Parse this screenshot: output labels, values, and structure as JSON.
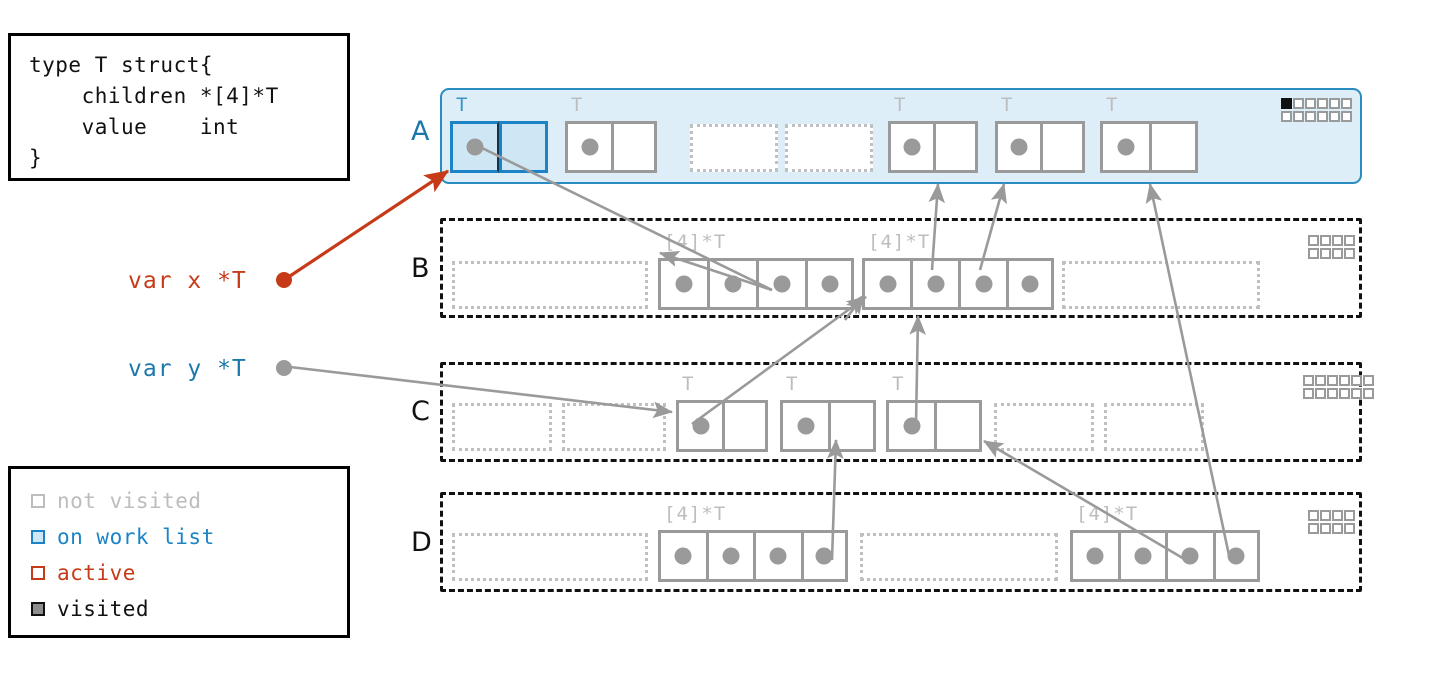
{
  "code_box": {
    "lines": [
      "type T struct{",
      "    children *[4]*T",
      "    value    int",
      "}"
    ]
  },
  "legend": {
    "items": [
      {
        "label": "not visited",
        "color": "#bdbdbd",
        "swatch_fill": "#ffffff"
      },
      {
        "label": "on work list",
        "color": "#1c84c6",
        "swatch_fill": "#cfe6f5"
      },
      {
        "label": "active",
        "color": "#c63a18",
        "swatch_fill": "#ffffff"
      },
      {
        "label": "visited",
        "color": "#111111",
        "swatch_fill": "#8e8e8e"
      }
    ]
  },
  "variables": [
    {
      "name": "var x *T",
      "color": "#c63a18",
      "dot_color": "#c63a18"
    },
    {
      "name": "var y *T",
      "color": "#1c78aa",
      "dot_color": "#9a9a9a"
    }
  ],
  "rows": [
    {
      "label": "A",
      "label_color": "#1c78aa",
      "state": "on work list",
      "objects": [
        {
          "kind": "T",
          "type_label": "T",
          "cells": 2,
          "dots": [
            0
          ],
          "selected": true
        },
        {
          "kind": "T",
          "type_label": "T",
          "cells": 2,
          "dots": [
            0
          ],
          "selected": false
        },
        {
          "kind": "free",
          "type_label": "",
          "cells": 0,
          "dots": [],
          "selected": false
        },
        {
          "kind": "free",
          "type_label": "",
          "cells": 0,
          "dots": [],
          "selected": false
        },
        {
          "kind": "T",
          "type_label": "T",
          "cells": 2,
          "dots": [
            0
          ],
          "selected": false
        },
        {
          "kind": "T",
          "type_label": "T",
          "cells": 2,
          "dots": [
            0
          ],
          "selected": false
        },
        {
          "kind": "T",
          "type_label": "T",
          "cells": 2,
          "dots": [
            0
          ],
          "selected": false
        }
      ],
      "bitmap": {
        "cols": 6,
        "rows": 2,
        "filled": [
          0
        ]
      }
    },
    {
      "label": "B",
      "label_color": "#111111",
      "state": "not visited",
      "objects": [
        {
          "kind": "free",
          "type_label": "",
          "cells": 0,
          "dots": [],
          "selected": false
        },
        {
          "kind": "array",
          "type_label": "[4]*T",
          "cells": 4,
          "dots": [
            0,
            1,
            2,
            3
          ],
          "selected": false
        },
        {
          "kind": "array",
          "type_label": "[4]*T",
          "cells": 4,
          "dots": [
            0,
            1,
            2,
            3
          ],
          "selected": false
        },
        {
          "kind": "free",
          "type_label": "",
          "cells": 0,
          "dots": [],
          "selected": false
        }
      ],
      "bitmap": {
        "cols": 4,
        "rows": 2,
        "filled": []
      }
    },
    {
      "label": "C",
      "label_color": "#111111",
      "state": "not visited",
      "objects": [
        {
          "kind": "free",
          "type_label": "",
          "cells": 0,
          "dots": [],
          "selected": false
        },
        {
          "kind": "free",
          "type_label": "",
          "cells": 0,
          "dots": [],
          "selected": false
        },
        {
          "kind": "T",
          "type_label": "T",
          "cells": 2,
          "dots": [
            0
          ],
          "selected": false
        },
        {
          "kind": "T",
          "type_label": "T",
          "cells": 2,
          "dots": [
            0
          ],
          "selected": false
        },
        {
          "kind": "T",
          "type_label": "T",
          "cells": 2,
          "dots": [
            0
          ],
          "selected": false
        },
        {
          "kind": "free",
          "type_label": "",
          "cells": 0,
          "dots": [],
          "selected": false
        },
        {
          "kind": "free",
          "type_label": "",
          "cells": 0,
          "dots": [],
          "selected": false
        }
      ],
      "bitmap": {
        "cols": 6,
        "rows": 2,
        "filled": []
      }
    },
    {
      "label": "D",
      "label_color": "#111111",
      "state": "not visited",
      "objects": [
        {
          "kind": "free",
          "type_label": "",
          "cells": 0,
          "dots": [],
          "selected": false
        },
        {
          "kind": "array",
          "type_label": "[4]*T",
          "cells": 4,
          "dots": [
            0,
            1,
            2,
            3
          ],
          "selected": false
        },
        {
          "kind": "free",
          "type_label": "",
          "cells": 0,
          "dots": [],
          "selected": false
        },
        {
          "kind": "array",
          "type_label": "[4]*T",
          "cells": 4,
          "dots": [
            0,
            1,
            2,
            3
          ],
          "selected": false
        }
      ],
      "bitmap": {
        "cols": 4,
        "rows": 2,
        "filled": []
      }
    }
  ],
  "colors": {
    "active": "#c63a18",
    "work_list": "#1c84c6",
    "work_list_fill": "#cfe6f5",
    "not_visited": "#bdbdbd",
    "visited": "#8e8e8e",
    "pointer_arrow": "#9a9a9a",
    "row_a_background": "#ddeef9",
    "row_a_border": "#2a8cc0"
  }
}
